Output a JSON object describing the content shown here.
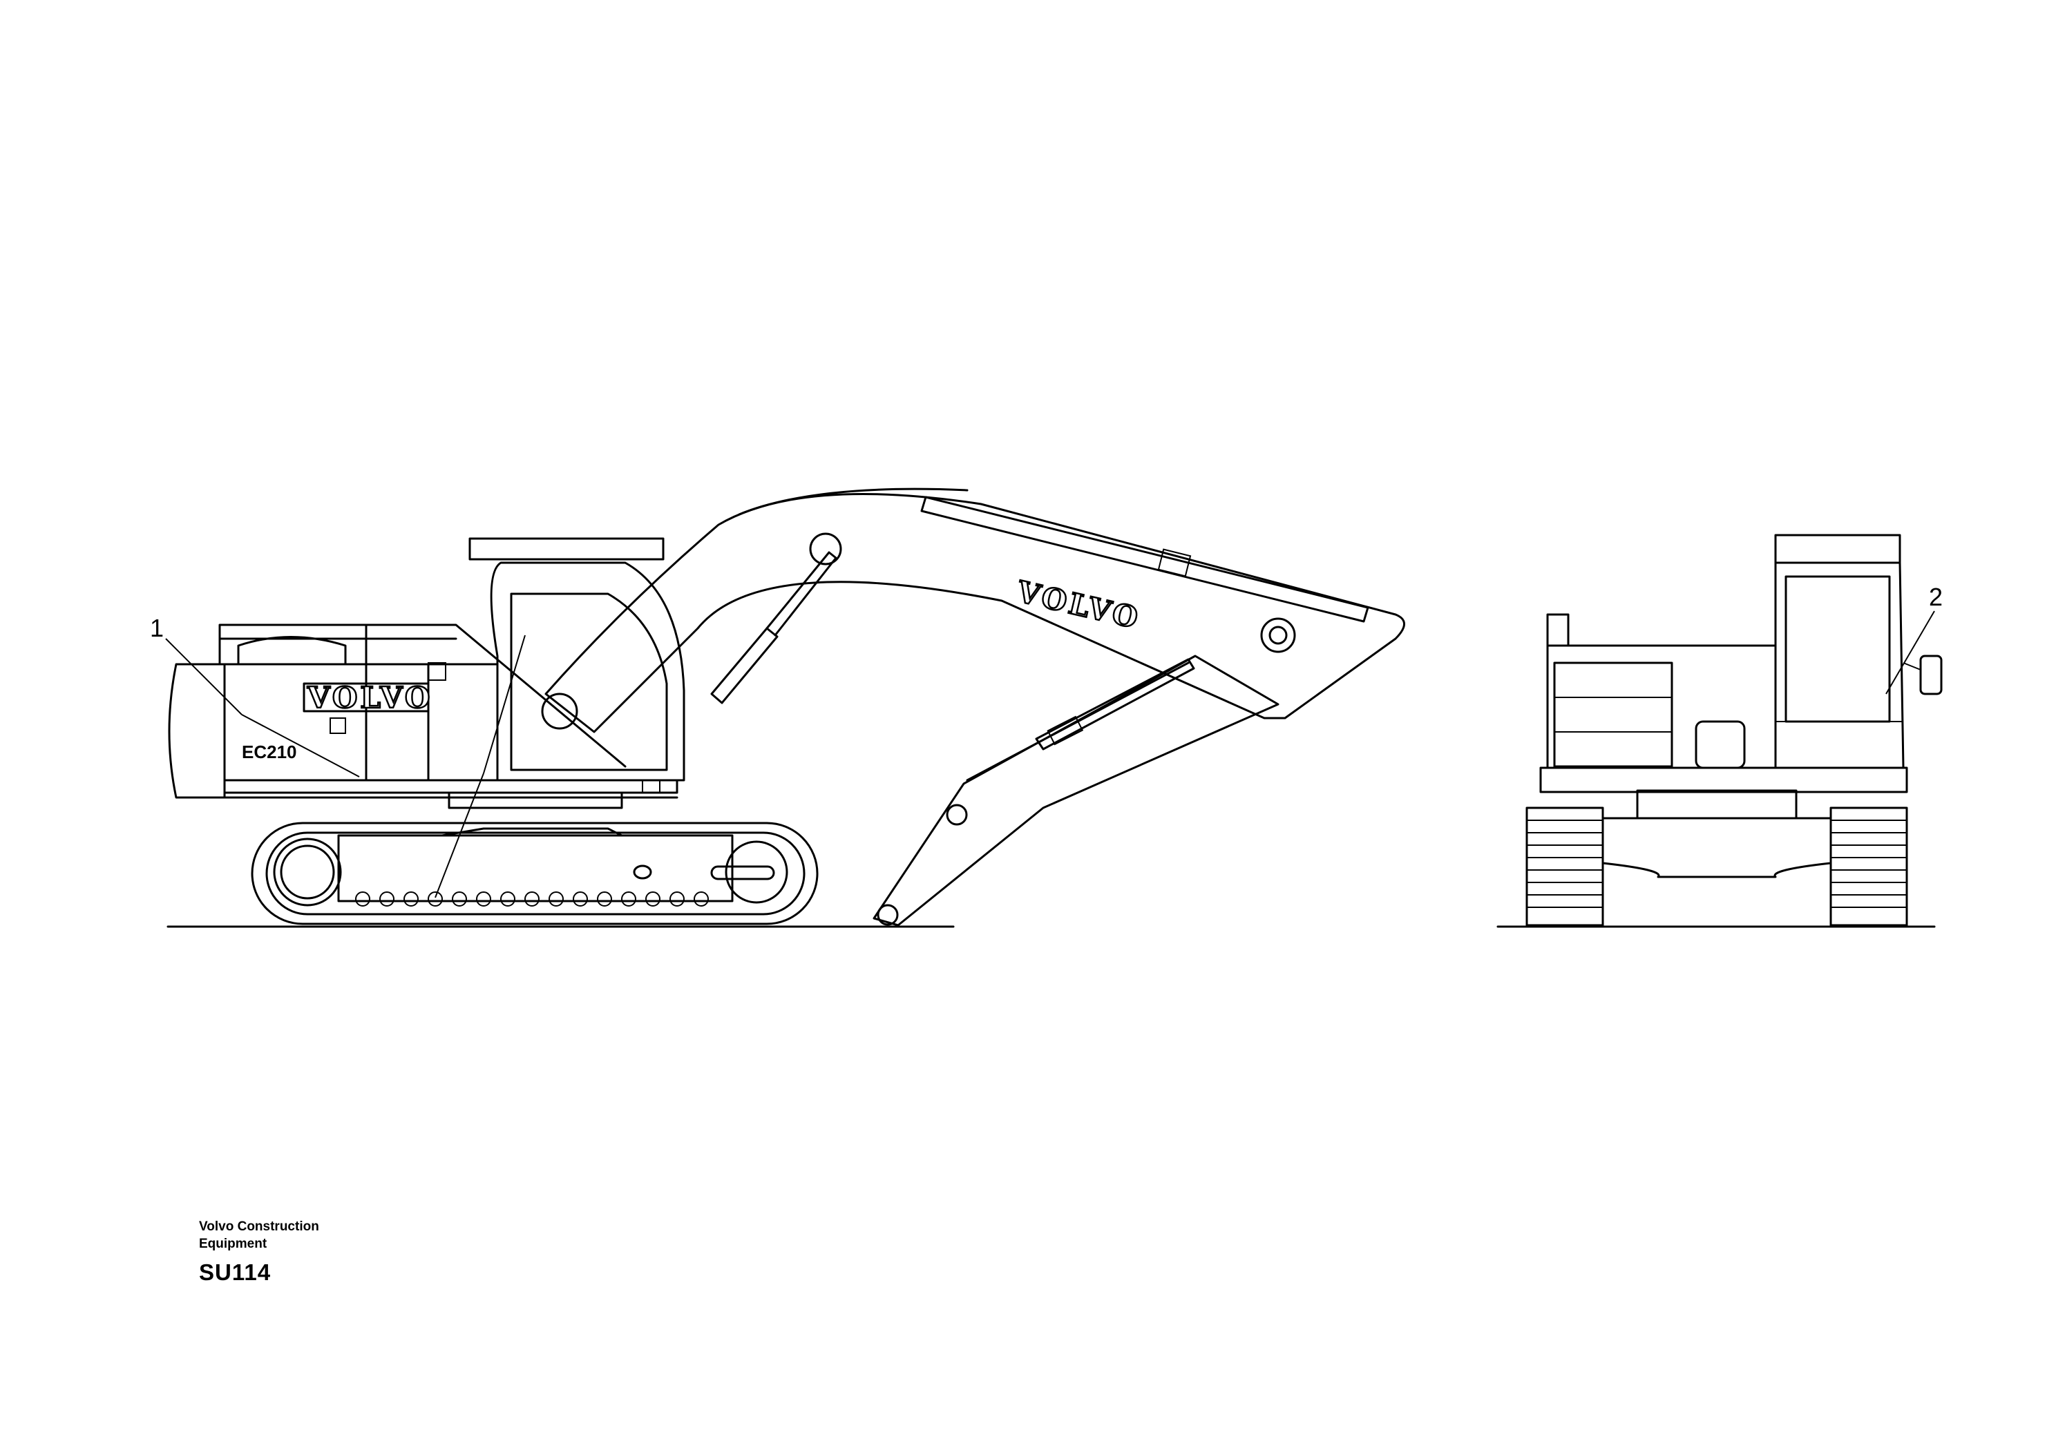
{
  "views": {
    "side": {
      "boom_brand": "VOLVO",
      "body_brand": "VOLVO",
      "model_label": "EC210"
    },
    "rear": {}
  },
  "callouts": [
    {
      "number": "1"
    },
    {
      "number": "2"
    }
  ],
  "footer": {
    "company": "Volvo Construction Equipment",
    "code": "SU114"
  }
}
